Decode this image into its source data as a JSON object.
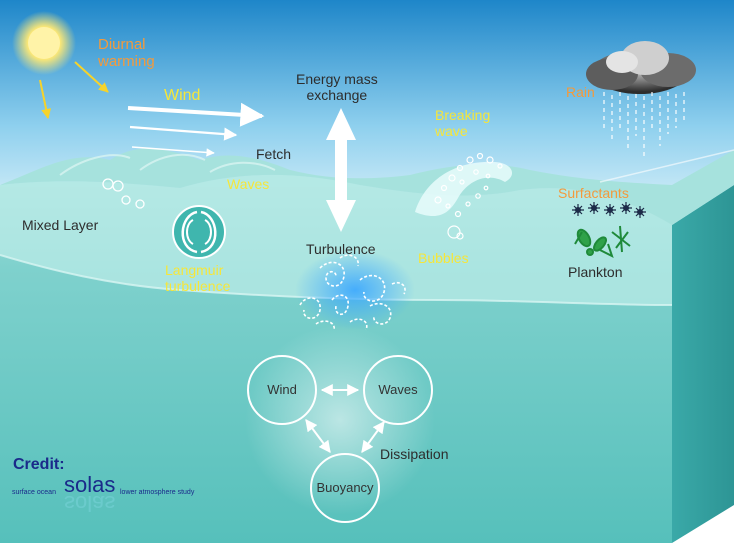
{
  "labels": {
    "diurnal_warming": "Diurnal\nwarming",
    "wind": "Wind",
    "energy_mass_exchange": "Energy mass\nexchange",
    "fetch": "Fetch",
    "waves": "Waves",
    "breaking_wave": "Breaking\nwave",
    "rain": "Rain",
    "surfactants": "Surfactants",
    "mixed_layer": "Mixed Layer",
    "turbulence": "Turbulence",
    "bubbles": "Bubbles",
    "plankton": "Plankton",
    "langmuir_turbulence": "Langmuir\nturbulence"
  },
  "cycle": {
    "wind": "Wind",
    "waves": "Waves",
    "buoyancy": "Buoyancy",
    "dissipation": "Dissipation"
  },
  "credit": {
    "heading": "Credit:",
    "left_text": "surface ocean",
    "logo": "solas",
    "right_text": "lower atmosphere study"
  },
  "colors": {
    "sky_top": "#1e86c9",
    "sky_bottom": "#d9f1fb",
    "sea_surface": "#9fded9",
    "sea_deep": "#4fbdb8",
    "label_orange": "#f39a3c",
    "label_yellow": "#f6e63a",
    "credit_blue": "#1a2a8a"
  },
  "icons": [
    "sun-icon",
    "rain-cloud-icon",
    "langmuir-cell-icon",
    "bubbles-icon",
    "plankton-icon",
    "surfactant-icon"
  ]
}
